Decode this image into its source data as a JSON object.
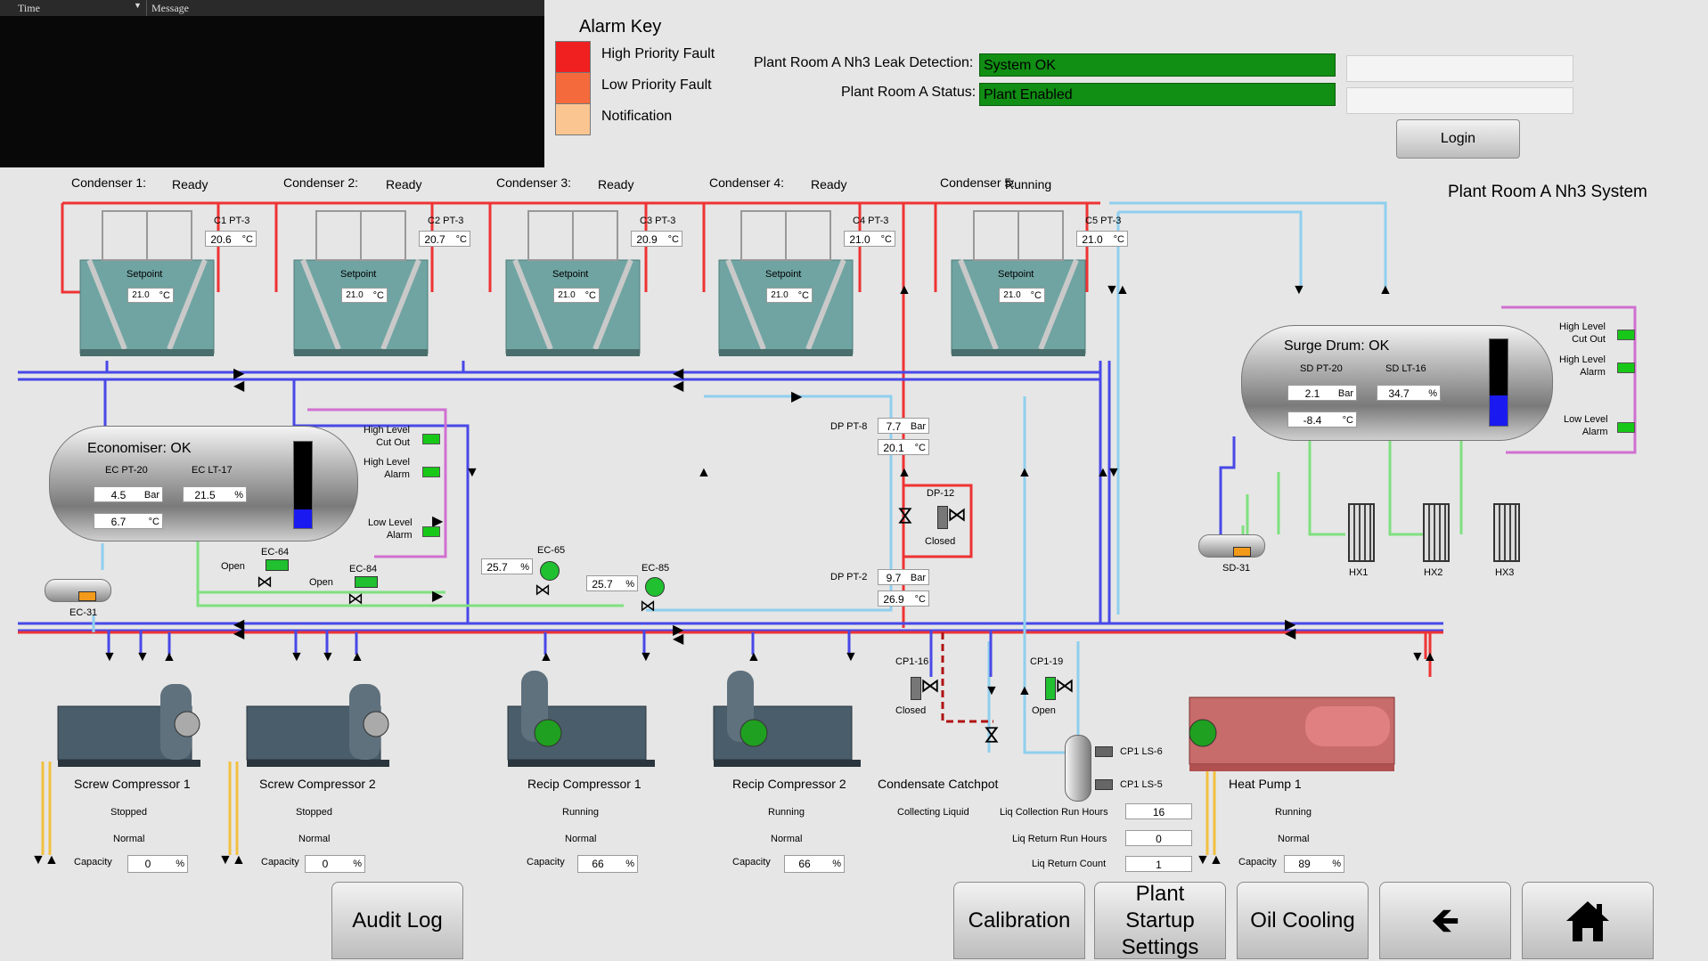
{
  "alarm_list": {
    "col_time": "Time",
    "col_message": "Message"
  },
  "alarm_key": {
    "title": "Alarm Key",
    "items": [
      {
        "label": "High Priority Fault",
        "color": "#f02020"
      },
      {
        "label": "Low Priority Fault",
        "color": "#f46a3c"
      },
      {
        "label": "Notification",
        "color": "#fbc592"
      }
    ]
  },
  "status": {
    "leak_label": "Plant Room A Nh3 Leak Detection:",
    "leak_value": "System OK",
    "plant_label": "Plant Room A Status:",
    "plant_value": "Plant Enabled"
  },
  "login": {
    "button": "Login"
  },
  "system_title": "Plant Room A Nh3 System",
  "condensers": [
    {
      "label": "Condenser 1:",
      "state": "Ready",
      "tag": "C1 PT-3",
      "temp": "20.6",
      "setpoint": "21.0"
    },
    {
      "label": "Condenser 2:",
      "state": "Ready",
      "tag": "C2 PT-3",
      "temp": "20.7",
      "setpoint": "21.0"
    },
    {
      "label": "Condenser 3:",
      "state": "Ready",
      "tag": "C3 PT-3",
      "temp": "20.9",
      "setpoint": "21.0"
    },
    {
      "label": "Condenser 4:",
      "state": "Ready",
      "tag": "C4 PT-3",
      "temp": "21.0",
      "setpoint": "21.0"
    },
    {
      "label": "Condenser 5:",
      "state": "Running",
      "tag": "C5 PT-3",
      "temp": "21.0",
      "setpoint": "21.0"
    }
  ],
  "common": {
    "setpoint_label": "Setpoint",
    "unit_c": "°C",
    "unit_bar": "Bar",
    "unit_pct": "%",
    "level_cutout": "High Level\nCut Out",
    "level_high": "High Level\nAlarm",
    "level_low": "Low Level\nAlarm"
  },
  "economiser": {
    "title": "Economiser: OK",
    "pt_tag": "EC PT-20",
    "lt_tag": "EC LT-17",
    "pressure": "4.5",
    "level": "21.5",
    "temp": "6.7",
    "level_fraction": 0.215
  },
  "surge_drum": {
    "title": "Surge Drum: OK",
    "pt_tag": "SD PT-20",
    "lt_tag": "SD LT-16",
    "pressure": "2.1",
    "level": "34.7",
    "temp": "-8.4",
    "level_fraction": 0.347
  },
  "valves": {
    "ec31": "EC-31",
    "ec64": "EC-64",
    "ec64_state": "Open",
    "ec84": "EC-84",
    "ec84_state": "Open",
    "ec65": "EC-65",
    "ec65_val": "25.7",
    "ec85": "EC-85",
    "ec85_val": "25.7",
    "dp12": "DP-12",
    "dp12_state": "Closed",
    "cp116": "CP1-16",
    "cp116_state": "Closed",
    "cp119": "CP1-19",
    "cp119_state": "Open",
    "sd31": "SD-31"
  },
  "dp": {
    "pt8_tag": "DP PT-8",
    "pt8_bar": "7.7",
    "pt8_c": "20.1",
    "pt2_tag": "DP PT-2",
    "pt2_bar": "9.7",
    "pt2_c": "26.9"
  },
  "hx": [
    "HX1",
    "HX2",
    "HX3"
  ],
  "cpls": [
    "CP1 LS-6",
    "CP1 LS-5"
  ],
  "compressors": [
    {
      "name": "Screw Compressor 1",
      "state": "Stopped",
      "status": "Normal",
      "capacity": "0"
    },
    {
      "name": "Screw Compressor 2",
      "state": "Stopped",
      "status": "Normal",
      "capacity": "0"
    },
    {
      "name": "Recip Compressor 1",
      "state": "Running",
      "status": "Normal",
      "capacity": "66"
    },
    {
      "name": "Recip Compressor 2",
      "state": "Running",
      "status": "Normal",
      "capacity": "66"
    },
    {
      "name": "Heat Pump 1",
      "state": "Running",
      "status": "Normal",
      "capacity": "89"
    }
  ],
  "capacity_label": "Capacity",
  "catchpot": {
    "title": "Condensate Catchpot",
    "state": "Collecting Liquid",
    "run_hours_label": "Liq Collection Run Hours",
    "run_hours": "16",
    "return_hours_label": "Liq Return Run Hours",
    "return_hours": "0",
    "return_count_label": "Liq Return Count",
    "return_count": "1"
  },
  "nav": {
    "audit": "Audit Log",
    "calibration": "Calibration",
    "startup": "Plant Startup Settings",
    "oil": "Oil Cooling"
  },
  "colors": {
    "red": "#ee3333",
    "blue": "#4848e8",
    "lightblue": "#8fcfee",
    "green": "#7fe07f",
    "yellow": "#f2c040",
    "status_green": "#118e14"
  }
}
